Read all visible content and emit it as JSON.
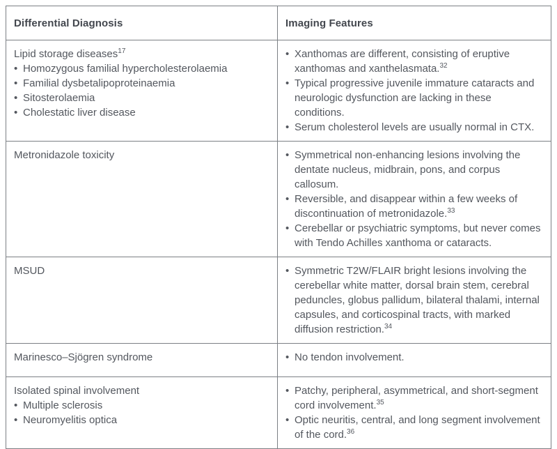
{
  "colors": {
    "background": "#ffffff",
    "border": "#7b7f84",
    "header_text": "#43474e",
    "body_text": "#53575e"
  },
  "table": {
    "columns": [
      "Differential Diagnosis",
      "Imaging Features"
    ],
    "rows": [
      {
        "diagnosis": {
          "title": {
            "text": "Lipid storage diseases",
            "sup": "17"
          },
          "bullets": [
            "Homozygous familial hypercholesterolaemia",
            "Familial dysbetalipoproteinaemia",
            "Sitosterolaemia",
            "Cholestatic liver disease"
          ]
        },
        "features": [
          {
            "text": "Xanthomas are different, consisting of eruptive xanthomas and xanthelasmata.",
            "sup": "32"
          },
          {
            "text": "Typical progressive juvenile immature cataracts and neurologic dysfunction are lacking in these conditions."
          },
          {
            "text": "Serum cholesterol levels are usually normal in CTX."
          }
        ]
      },
      {
        "diagnosis": {
          "title": {
            "text": "Metronidazole toxicity"
          },
          "bullets": []
        },
        "features": [
          {
            "text": "Symmetrical non-enhancing lesions involving the dentate nucleus, midbrain, pons, and corpus callosum."
          },
          {
            "text": "Reversible, and disappear within a few weeks of discontinuation of metronidazole.",
            "sup": "33"
          },
          {
            "text": "Cerebellar or psychiatric symptoms, but never comes with Tendo Achilles xanthoma or cataracts."
          }
        ]
      },
      {
        "diagnosis": {
          "title": {
            "text": "MSUD"
          },
          "bullets": []
        },
        "features": [
          {
            "text": "Symmetric T2W/FLAIR bright lesions involving the cerebellar white matter, dorsal brain stem, cerebral peduncles, globus pallidum, bilateral thalami, internal capsules, and corticospinal tracts, with marked diffusion restriction.",
            "sup": "34"
          }
        ]
      },
      {
        "diagnosis": {
          "title": {
            "text": "Marinesco–Sjögren syndrome"
          },
          "bullets": []
        },
        "features": [
          {
            "text": "No tendon involvement."
          }
        ]
      },
      {
        "diagnosis": {
          "title": {
            "text": "Isolated spinal involvement"
          },
          "bullets": [
            "Multiple sclerosis",
            "Neuromyelitis optica"
          ]
        },
        "features": [
          {
            "text": "Patchy, peripheral, asymmetrical, and short-segment cord involvement.",
            "sup": "35"
          },
          {
            "text": "Optic neuritis, central, and long segment involvement of the cord.",
            "sup": "36"
          }
        ]
      }
    ]
  }
}
